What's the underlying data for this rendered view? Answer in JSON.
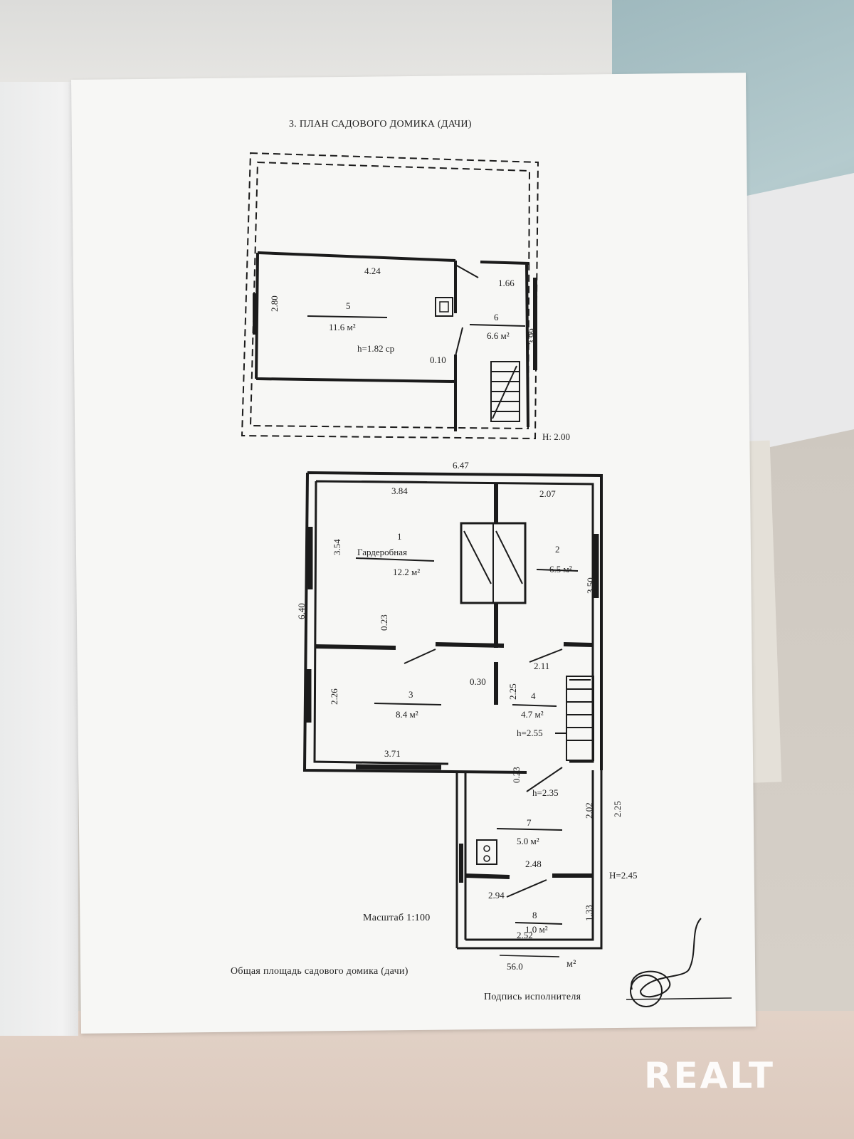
{
  "document": {
    "title": "3. ПЛАН САДОВОГО ДОМИКА (ДАЧИ)",
    "scale_label": "Масштаб 1:100",
    "total_area_label": "Общая площадь садового домика (дачи)",
    "total_area_value": "56.0",
    "total_area_unit": "м²",
    "signature_label": "Подпись исполнителя"
  },
  "upper_floor": {
    "height_label": "H: 2.00",
    "dimensions": {
      "width_room5": "4.24",
      "width_room6": "1.66",
      "depth": "2.80",
      "stair_gap": "0.10"
    },
    "rooms": [
      {
        "number": "5",
        "area": "11.6 м²",
        "note": "h=1.82 ср"
      },
      {
        "number": "6",
        "area": "6.6 м²",
        "note": "3.99"
      }
    ]
  },
  "ground_floor": {
    "dimensions": {
      "total_width": "6.47",
      "total_depth": "6.40",
      "room1_width": "3.84",
      "room1_depth": "3.54",
      "room2_width": "2.07",
      "room2_depth": "3.50",
      "room3_width": "3.71",
      "room3_depth": "2.26",
      "room4_width": "2.11",
      "room4_depth": "2.25",
      "wall_a": "0.23",
      "wall_b": "0.30",
      "room7_width": "2.48",
      "room7_depth": "2.02",
      "annex_depth": "2.25",
      "room8_width": "2.52",
      "room8_diag": "2.94",
      "room8_depth": "1.33",
      "annex_wall": "0.23"
    },
    "heights": {
      "room4": "h=2.55",
      "room7": "h=2.35",
      "annex": "H=2.45"
    },
    "rooms": [
      {
        "number": "1",
        "name": "Гардеробная",
        "area": "12.2 м²"
      },
      {
        "number": "2",
        "area": "6.5 м²"
      },
      {
        "number": "3",
        "area": "8.4 м²"
      },
      {
        "number": "4",
        "area": "4.7 м²"
      },
      {
        "number": "7",
        "area": "5.0 м²"
      },
      {
        "number": "8",
        "area": "1.0 м²"
      }
    ]
  },
  "watermark": "REALT",
  "colors": {
    "ink": "#1b1b1b",
    "paper": "#f7f7f5",
    "accent_blue": "#9fb9be"
  }
}
